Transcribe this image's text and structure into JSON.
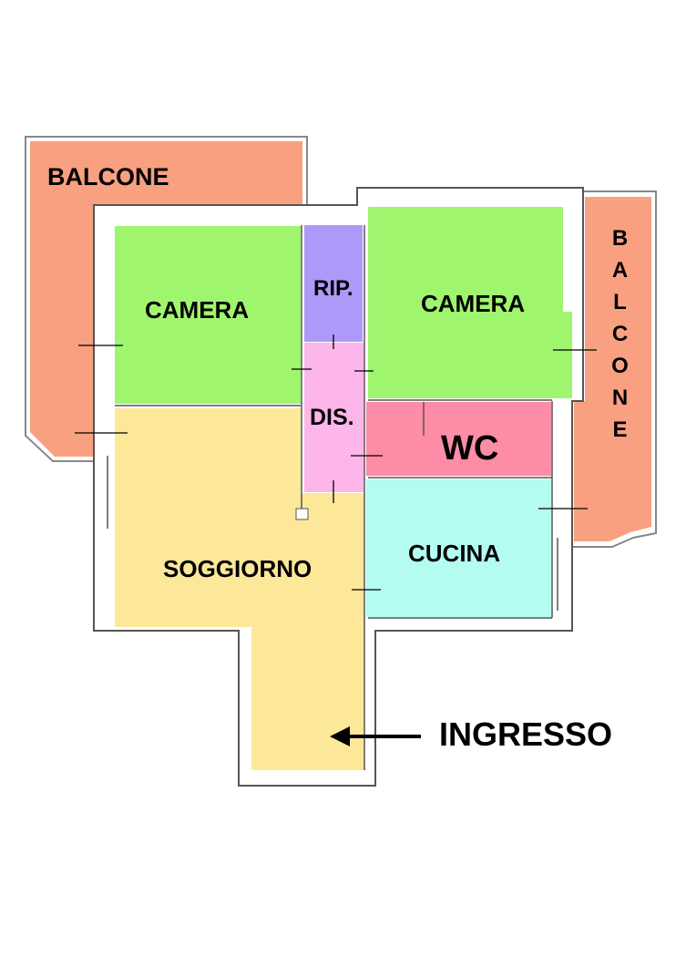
{
  "title": "Floor plan",
  "rooms": {
    "balcony_left": {
      "label": "BALCONE",
      "color": "#f9a081"
    },
    "balcony_right": {
      "label": "BALCONE",
      "color": "#f9a081"
    },
    "camera_left": {
      "label": "CAMERA",
      "color": "#a0f56e"
    },
    "camera_right": {
      "label": "CAMERA",
      "color": "#a0f56e"
    },
    "ripostiglio": {
      "label": "RIP.",
      "color": "#ad9af8"
    },
    "disimpegno": {
      "label": "DIS.",
      "color": "#fdb6ea"
    },
    "wc": {
      "label": "WC",
      "color": "#fd8ca6"
    },
    "cucina": {
      "label": "CUCINA",
      "color": "#b4fcef"
    },
    "soggiorno": {
      "label": "SOGGIORNO",
      "color": "#fde89a"
    }
  },
  "entrance": {
    "label": "INGRESSO"
  },
  "colors": {
    "wall": "#ffffff",
    "wall_stroke": "#777777",
    "arrow": "#000000"
  }
}
